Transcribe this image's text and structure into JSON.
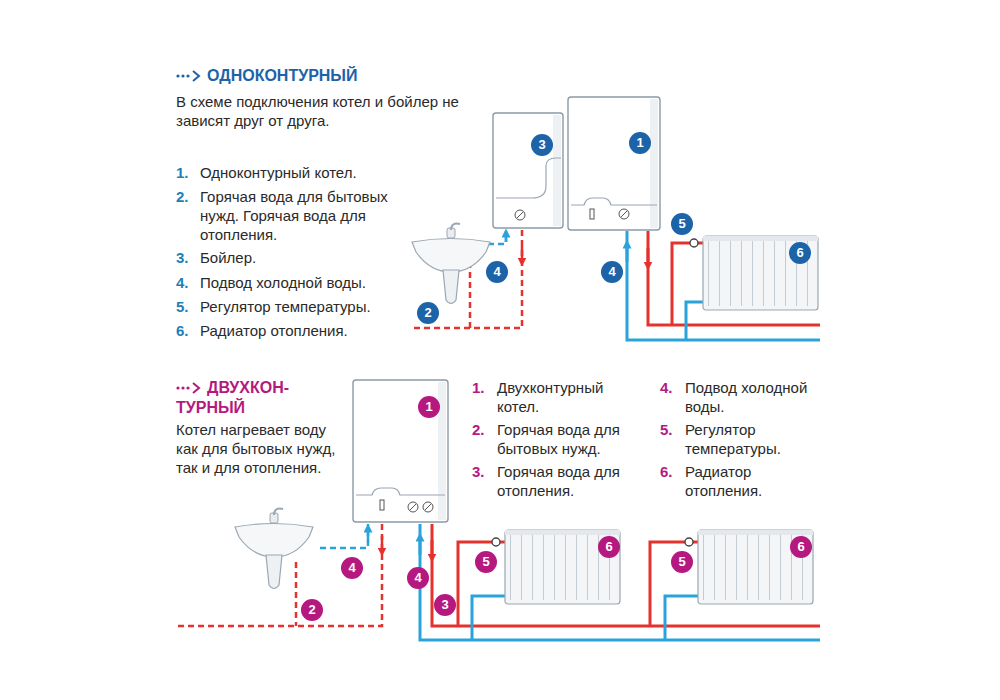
{
  "diagram": {
    "labels": [
      "ОДНОКОНТУРНЫЙ",
      "В схеме подключения котел и бойлер не зависят друг от друга.",
      "1.",
      "Одноконтурный котел.",
      "2.",
      "Горячая вода для бытовых нужд. Горячая вода для отопления.",
      "3.",
      "Бойлер.",
      "4.",
      "Подвод холодной воды.",
      "5.",
      "Регулятор температуры.",
      "6.",
      "Радиатор отопления.",
      "3",
      "1",
      "5",
      "6",
      "4",
      "4",
      "2",
      "ДВУХКОН-ТУРНЫЙ",
      "Котел нагревает воду как для бытовых нужд, так и для отопления.",
      "1.",
      "Двухконтурный котел.",
      "2.",
      "Горячая вода для бытовых нужд.",
      "3.",
      "Горячая вода для отопления.",
      "4.",
      "Подвод холодной воды.",
      "5.",
      "Регулятор температуры.",
      "6.",
      "Радиатор отопления.",
      "1",
      "6",
      "6",
      "5",
      "5",
      "4",
      "4",
      "2",
      "3"
    ]
  }
}
